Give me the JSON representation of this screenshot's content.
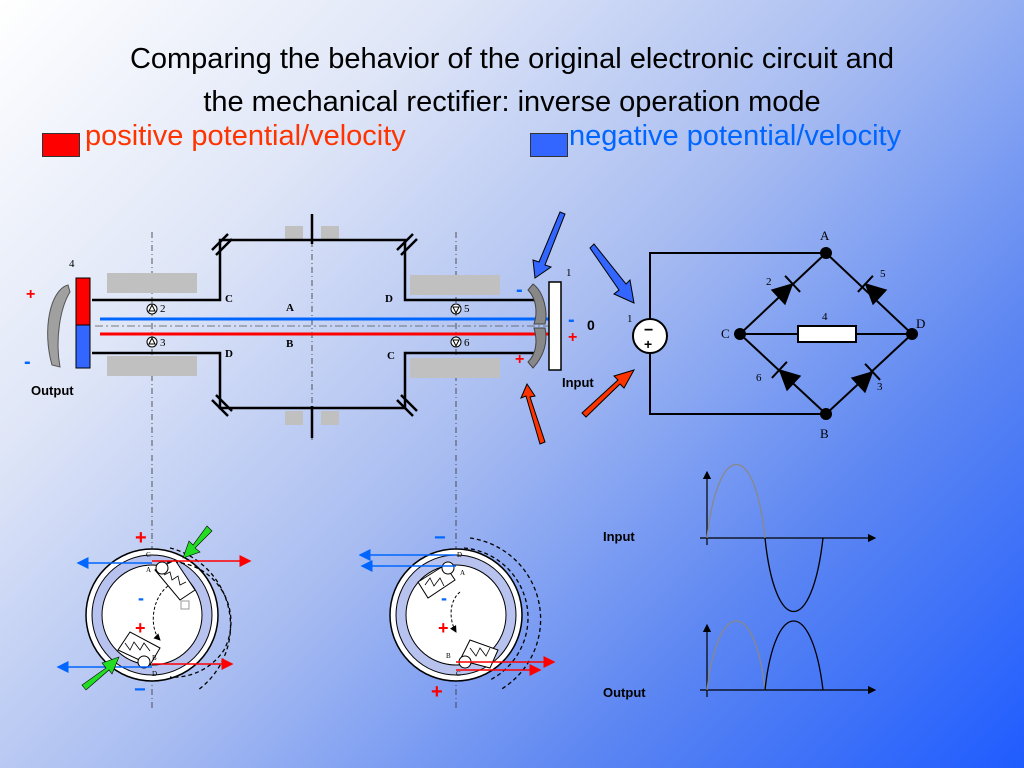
{
  "title_line1": "Comparing the behavior of the original electronic circuit and",
  "title_line2": "the mechanical rectifier: inverse operation mode",
  "legend": {
    "positive": {
      "label": "positive potential/velocity",
      "color": "#ff0000"
    },
    "negative": {
      "label": "negative potential/velocity",
      "color": "#3366ff"
    }
  },
  "mechanical": {
    "output_label": "Output",
    "input_label": "Input",
    "num_4": "4",
    "num_1": "1",
    "zero": "0",
    "plus": "+",
    "minus": "-",
    "shaft_A": "A",
    "shaft_B": "B",
    "left_C": "C",
    "left_D": "D",
    "right_D": "D",
    "right_C": "C",
    "valve_2": "2",
    "valve_3": "3",
    "valve_5": "5",
    "valve_6": "6"
  },
  "bridge": {
    "node_A": "A",
    "node_B": "B",
    "node_C": "C",
    "node_D": "D",
    "diode_2": "2",
    "diode_3": "3",
    "diode_5": "5",
    "diode_6": "6",
    "resistor_4": "4",
    "source_1": "1",
    "source_minus": "−",
    "source_plus": "+"
  },
  "cross_sections": {
    "left": {
      "C": "C",
      "A": "A",
      "B": "B",
      "D": "D",
      "plus_top": "+",
      "minus_mid": "-",
      "plus_mid": "+",
      "minus_bottom": "−"
    },
    "right": {
      "D": "D",
      "A": "A",
      "B": "B",
      "C": "C",
      "minus_top": "−",
      "minus_mid": "-",
      "plus_mid": "+",
      "plus_bottom": "+"
    }
  },
  "waveforms": {
    "input_label": "Input",
    "output_label": "Output"
  },
  "colors": {
    "red": "#ff0000",
    "blue": "#0066ff",
    "orange_red": "#ff3300",
    "green": "#22dd22",
    "gray": "#c0c0c0"
  }
}
